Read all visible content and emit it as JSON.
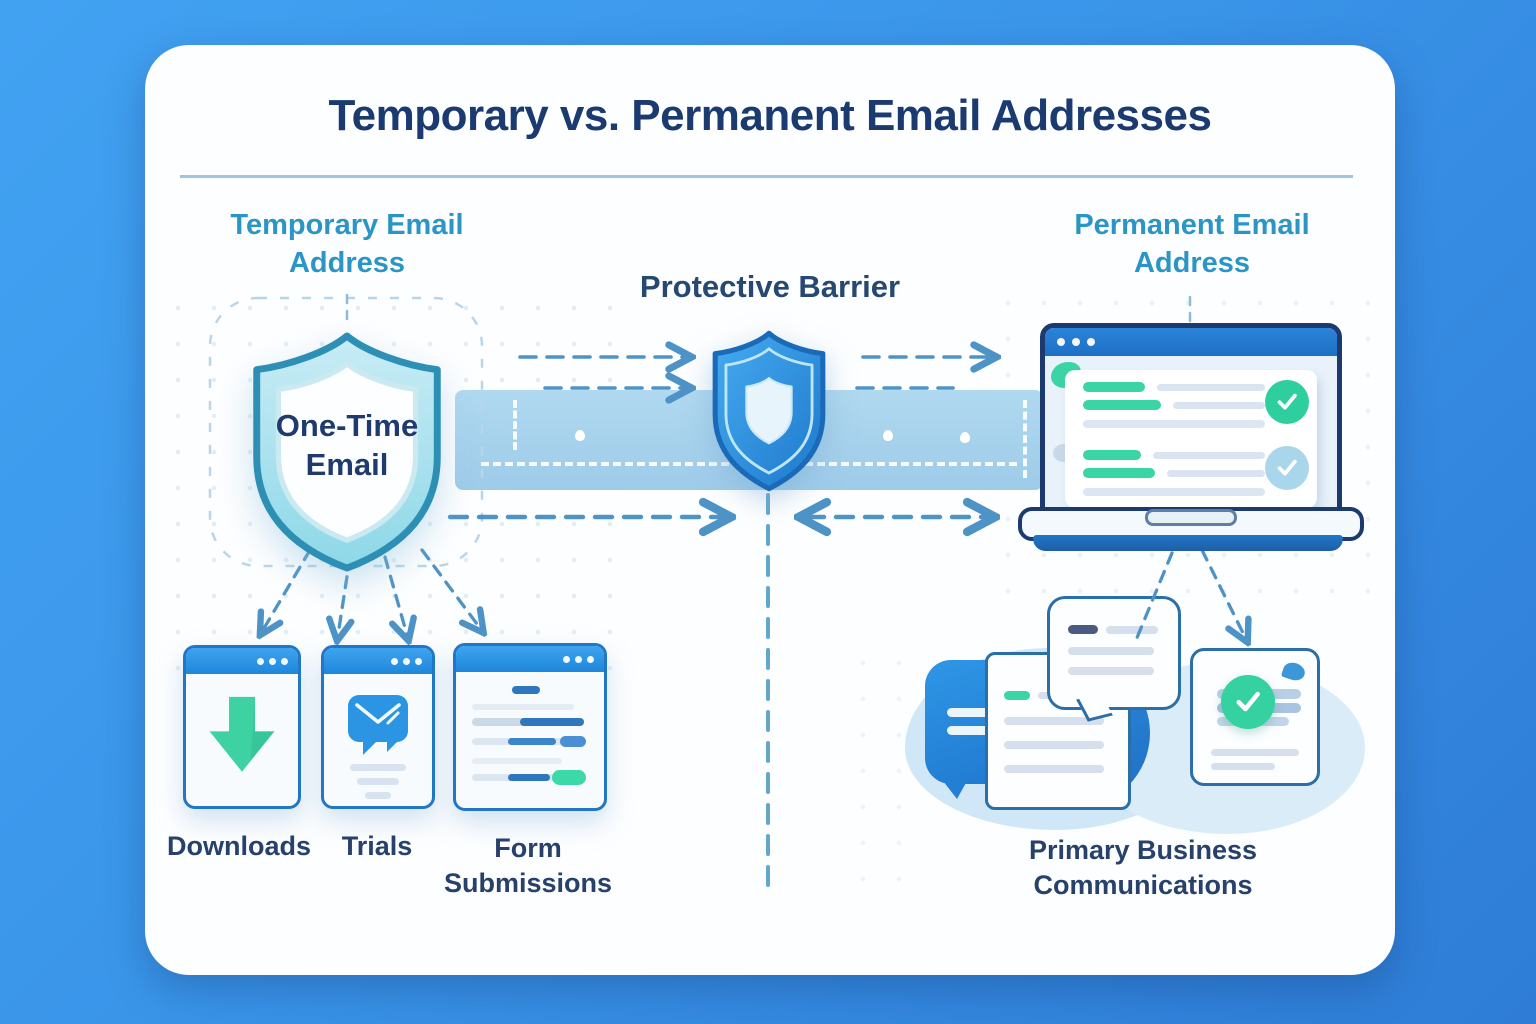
{
  "title": "Temporary vs. Permanent Email Addresses",
  "colors": {
    "background_top": "#42A2F2",
    "background_bottom": "#2E7CD6",
    "card_background": "#FDFEFF",
    "title_navy": "#1B3A70",
    "heading_teal": "#2B96C6",
    "barrier_navy": "#274971",
    "shield_teal": "#8ED8E8",
    "barrier_blue": "#2D9CE8",
    "mint_green": "#3BD4A4",
    "band_blue": "#A8D4EE",
    "arrow_blue": "#4E93C6"
  },
  "temporary": {
    "heading": "Temporary Email Address",
    "shield_label_line1": "One-Time",
    "shield_label_line2": "Email",
    "shield_icon": "temporary-shield-icon",
    "uses": [
      {
        "label": "Downloads",
        "icon": "download-arrow-icon"
      },
      {
        "label": "Trials",
        "icon": "mail-chat-icon"
      },
      {
        "label": "Form Submissions",
        "icon": "form-lines-icon"
      }
    ]
  },
  "barrier": {
    "heading": "Protective Barrier",
    "icon": "barrier-shield-icon"
  },
  "permanent": {
    "heading": "Permanent Email Address",
    "use_label": "Primary Business Communications",
    "icons": [
      "laptop-inbox-icon",
      "chat-bubbles-icon",
      "verified-card-icon"
    ]
  }
}
